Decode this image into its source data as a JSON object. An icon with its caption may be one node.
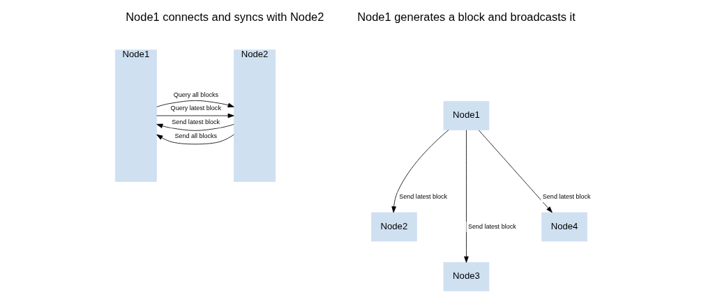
{
  "diagram": {
    "nodes": [
      {
        "text": [
          "Node1"
        ]
      },
      {
        "text": [
          "Node2"
        ]
      },
      {
        "text": [
          "Node1"
        ]
      },
      {
        "text": [
          "Node2"
        ]
      },
      {
        "text": [
          "Node3"
        ]
      },
      {
        "text": [
          "Node4"
        ]
      }
    ],
    "edges": [
      {
        "from": 0,
        "to": 1,
        "arrow": "to",
        "label": "Query latest block"
      },
      {
        "from": 1,
        "to": 0,
        "arrow": "to",
        "label": "Send latest block"
      },
      {
        "from": 0,
        "to": 1,
        "arrow": "to",
        "label": "Query all blocks"
      },
      {
        "from": 1,
        "to": 0,
        "arrow": "to",
        "label": "Send all blocks"
      },
      {
        "from": 2,
        "to": 3,
        "arrow": "to",
        "label": "Send latest block"
      },
      {
        "from": 2,
        "to": 4,
        "arrow": "to",
        "label": "Send latest block"
      },
      {
        "from": 2,
        "to": 5,
        "arrow": "to",
        "label": "Send latest block"
      }
    ],
    "labels": [
      "Node1 connects and syncs with Node2",
      "Node1 generates a block and broadcasts it"
    ]
  }
}
